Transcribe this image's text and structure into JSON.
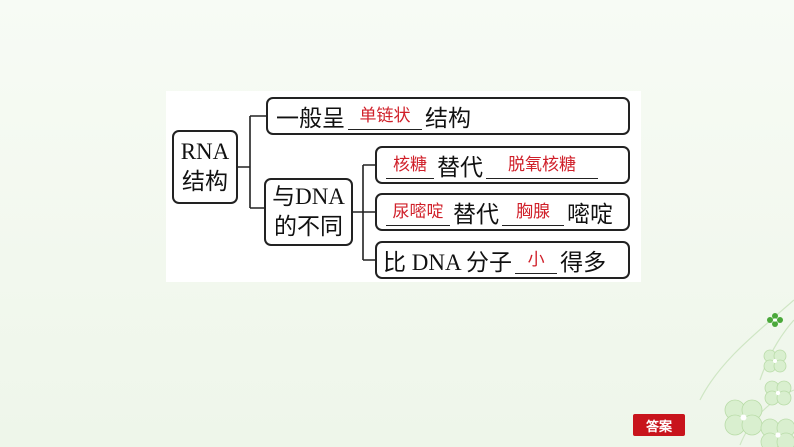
{
  "diagram": {
    "root": {
      "line1": "RNA",
      "line2": "结构"
    },
    "branch1": {
      "prefix": "一般呈",
      "answer": "单链状",
      "suffix": "结构"
    },
    "group": {
      "line1": "与DNA",
      "line2": "的不同"
    },
    "items": [
      {
        "answer1": "核糖",
        "middle": "替代",
        "answer2": "脱氧核糖",
        "suffix": ""
      },
      {
        "answer1": "尿嘧啶",
        "middle": "替代",
        "answer2": "胸腺",
        "suffix": "嘧啶"
      },
      {
        "prefix": "比 DNA 分子",
        "answer": "小",
        "suffix": "得多"
      }
    ]
  },
  "answer_button": {
    "label": "答案"
  },
  "colors": {
    "answer_text": "#d0202a",
    "button_bg": "#c8141c",
    "background": "#f3f8ef"
  },
  "decoration": {
    "icon": "clover-flower-icon"
  }
}
